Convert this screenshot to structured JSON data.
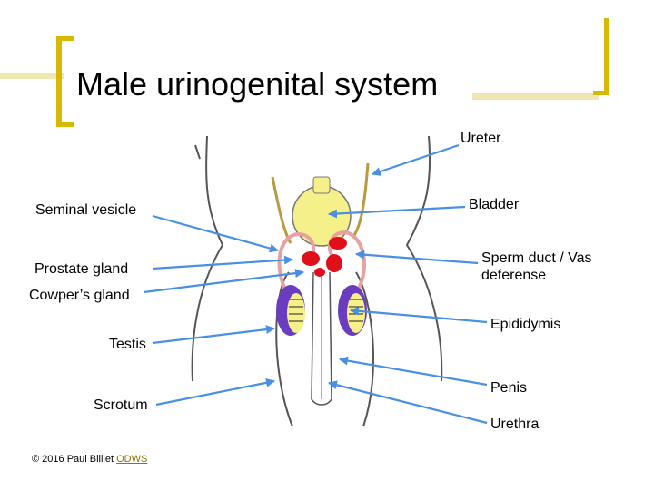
{
  "title": "Male urinogenital system",
  "labels": {
    "ureter": "Ureter",
    "seminal_vesicle": "Seminal vesicle",
    "bladder": "Bladder",
    "prostate_gland": "Prostate gland",
    "sperm_duct": "Sperm duct / Vas deferense",
    "cowpers_gland": "Cowper’s gland",
    "epididymis": "Epididymis",
    "testis": "Testis",
    "penis": "Penis",
    "scrotum": "Scrotum",
    "urethra": "Urethra"
  },
  "credit": {
    "text": "© 2016 Paul Billiet",
    "link": "ODWS"
  },
  "colors": {
    "accent": "#d8b800",
    "title_bar": "#f0e6b0",
    "arrow": "#4a90e2",
    "bladder": "#f5f08a",
    "gland": "#e0101a",
    "testis": "#6a3cc0",
    "duct": "#e8a0a0"
  }
}
